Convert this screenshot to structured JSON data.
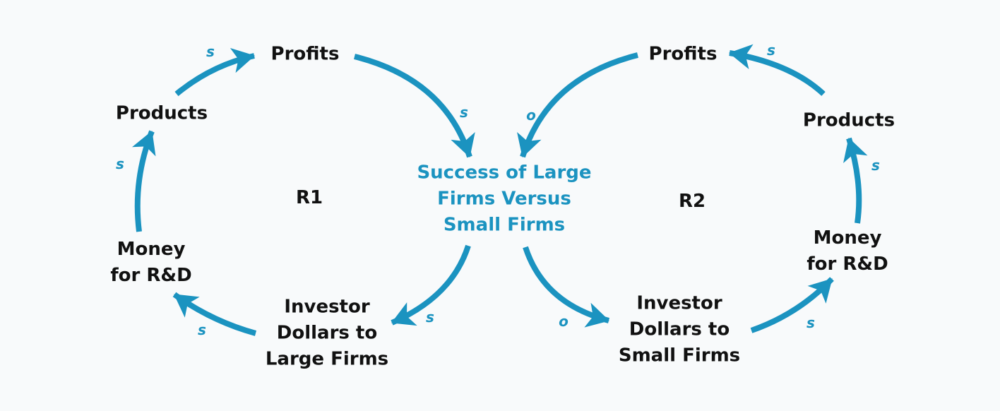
{
  "colors": {
    "arrow": "#1b93c0",
    "text": "#111111",
    "center_text": "#1b93c0",
    "background": "#f8fafb"
  },
  "center": {
    "lines": [
      "Success of Large",
      "Firms Versus",
      "Small Firms"
    ]
  },
  "left_loop": {
    "label": "R1",
    "profits": "Profits",
    "products": "Products",
    "money": [
      "Money",
      "for R&D"
    ],
    "investor": [
      "Investor",
      "Dollars to",
      "Large Firms"
    ]
  },
  "right_loop": {
    "label": "R2",
    "profits": "Profits",
    "products": "Products",
    "money": [
      "Money",
      "for R&D"
    ],
    "investor": [
      "Investor",
      "Dollars to",
      "Small Firms"
    ]
  },
  "polarities": {
    "left_products_to_profits": "s",
    "left_profits_to_center": "s",
    "left_money_to_products": "s",
    "left_center_to_investor": "s",
    "left_investor_to_money": "s",
    "right_products_to_profits": "s",
    "right_profits_to_center": "o",
    "right_money_to_products": "s",
    "right_center_to_investor": "o",
    "right_investor_to_money": "s"
  }
}
